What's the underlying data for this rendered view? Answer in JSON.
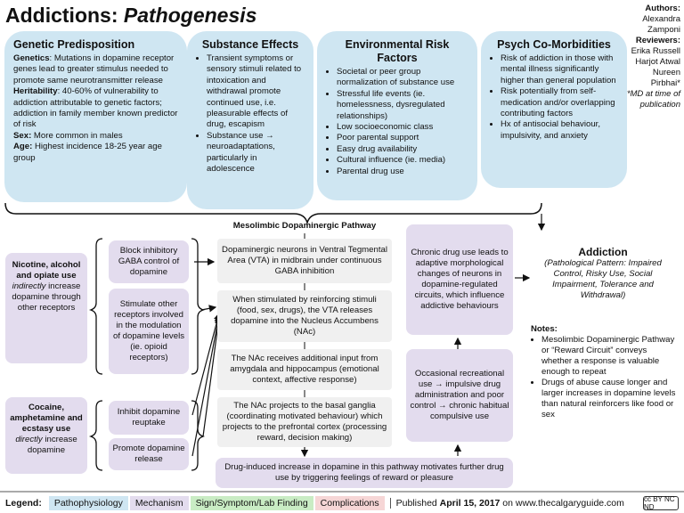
{
  "title": {
    "main": "Addictions: ",
    "italic": "Pathogenesis"
  },
  "authors": {
    "authors_label": "Authors:",
    "authors": [
      "Alexandra",
      "Zamponi"
    ],
    "reviewers_label": "Reviewers:",
    "reviewers": [
      "Erika Russell",
      "Harjot Atwal",
      "Nureen",
      "Pirbhai*"
    ],
    "note": "*MD at time of publication"
  },
  "genetic": {
    "heading": "Genetic Predisposition",
    "genetics_label": "Genetics",
    "genetics_text": ": Mutations in dopamine receptor genes lead to greater stimulus needed to promote same neurotransmitter release",
    "heritability_label": "Heritability",
    "heritability_text": ": 40-60%  of vulnerability to addiction attributable to genetic factors; addiction in family member known predictor of risk",
    "sex_label": "Sex:",
    "sex_text": " More common in males",
    "age_label": "Age:",
    "age_text": " Highest incidence 18-25 year age group"
  },
  "substance": {
    "heading": "Substance Effects",
    "items": [
      "Transient symptoms or sensory stimuli related to intoxication and withdrawal promote continued use, i.e. pleasurable effects of drug, escapism",
      "Substance use → neuroadaptations, particularly in adolescence"
    ]
  },
  "environmental": {
    "heading": "Environmental Risk Factors",
    "items": [
      "Societal or peer group normalization of substance use",
      "Stressful life events (ie. homelessness, dysregulated relationships)",
      "Low socioeconomic class",
      "Poor parental support",
      "Easy drug availability",
      "Cultural influence (ie. media)",
      "Parental drug use"
    ]
  },
  "psych": {
    "heading": "Psych Co-Morbidities",
    "items": [
      "Risk of addiction in those with mental illness significantly higher than general population",
      "Risk potentially from self-medication and/or overlapping contributing factors",
      "Hx of antisocial behaviour, impulsivity, and anxiety"
    ]
  },
  "nicotine": {
    "bold": "Nicotine, alcohol and opiate use",
    "italic": "indirectly",
    "rest": "increase dopamine through other receptors"
  },
  "cocaine": {
    "bold": "Cocaine, amphetamine and ecstasy use",
    "italic": "directly",
    "rest": "increase dopamine"
  },
  "mechanisms": {
    "block_gaba": "Block inhibitory GABA control of dopamine",
    "stimulate": "Stimulate other receptors involved in the modulation of dopamine levels (ie. opioid receptors)",
    "inhibit_reuptake": "Inhibit dopamine reuptake",
    "promote_release": "Promote dopamine release"
  },
  "pathway": {
    "heading": "Mesolimbic Dopaminergic Pathway",
    "vta": "Dopaminergic neurons in Ventral Tegmental Area (VTA) in midbrain under continuous GABA inhibition",
    "stimulated": "When stimulated by reinforcing stimuli (food, sex, drugs), the VTA releases dopamine into the Nucleus Accumbens (NAc)",
    "nac_input": "The NAc receives additional input from amygdala and hippocampus (emotional context, affective response)",
    "nac_projects": "The NAc projects to the basal ganglia (coordinating motivated behaviour) which projects to the prefrontal cortex (processing reward, decision making)"
  },
  "bottom_box": "Drug-induced increase in dopamine in this pathway motivates further drug use by triggering feelings of reward or pleasure",
  "chronic": "Chronic drug use leads to adaptive morphological changes of neurons in dopamine-regulated circuits, which influence addictive behaviours",
  "occasional": "Occasional recreational use → impulsive drug administration and poor control → chronic habitual compulsive use",
  "addiction": {
    "title": "Addiction",
    "subtitle": "(Pathological Pattern: Impaired Control, Risky Use, Social Impairment, Tolerance and Withdrawal)"
  },
  "notes": {
    "heading": "Notes:",
    "items": [
      "Mesolimbic Dopaminergic Pathway or “Reward Circuit” conveys whether a response is valuable enough to repeat",
      "Drugs of abuse cause longer and larger increases in dopamine levels than natural reinforcers like food or sex"
    ]
  },
  "legend": {
    "label": "Legend:",
    "items": [
      {
        "text": "Pathophysiology",
        "color": "#cfe6f2"
      },
      {
        "text": "Mechanism",
        "color": "#e3dcee"
      },
      {
        "text": "Sign/Symptom/Lab Finding",
        "color": "#c9ecc4"
      },
      {
        "text": "Complications",
        "color": "#f6d6d6"
      }
    ],
    "published_prefix": "Published ",
    "published_date": "April 15, 2017",
    "published_suffix": " on www.thecalgaryguide.com",
    "license": "cc BY NC ND"
  }
}
